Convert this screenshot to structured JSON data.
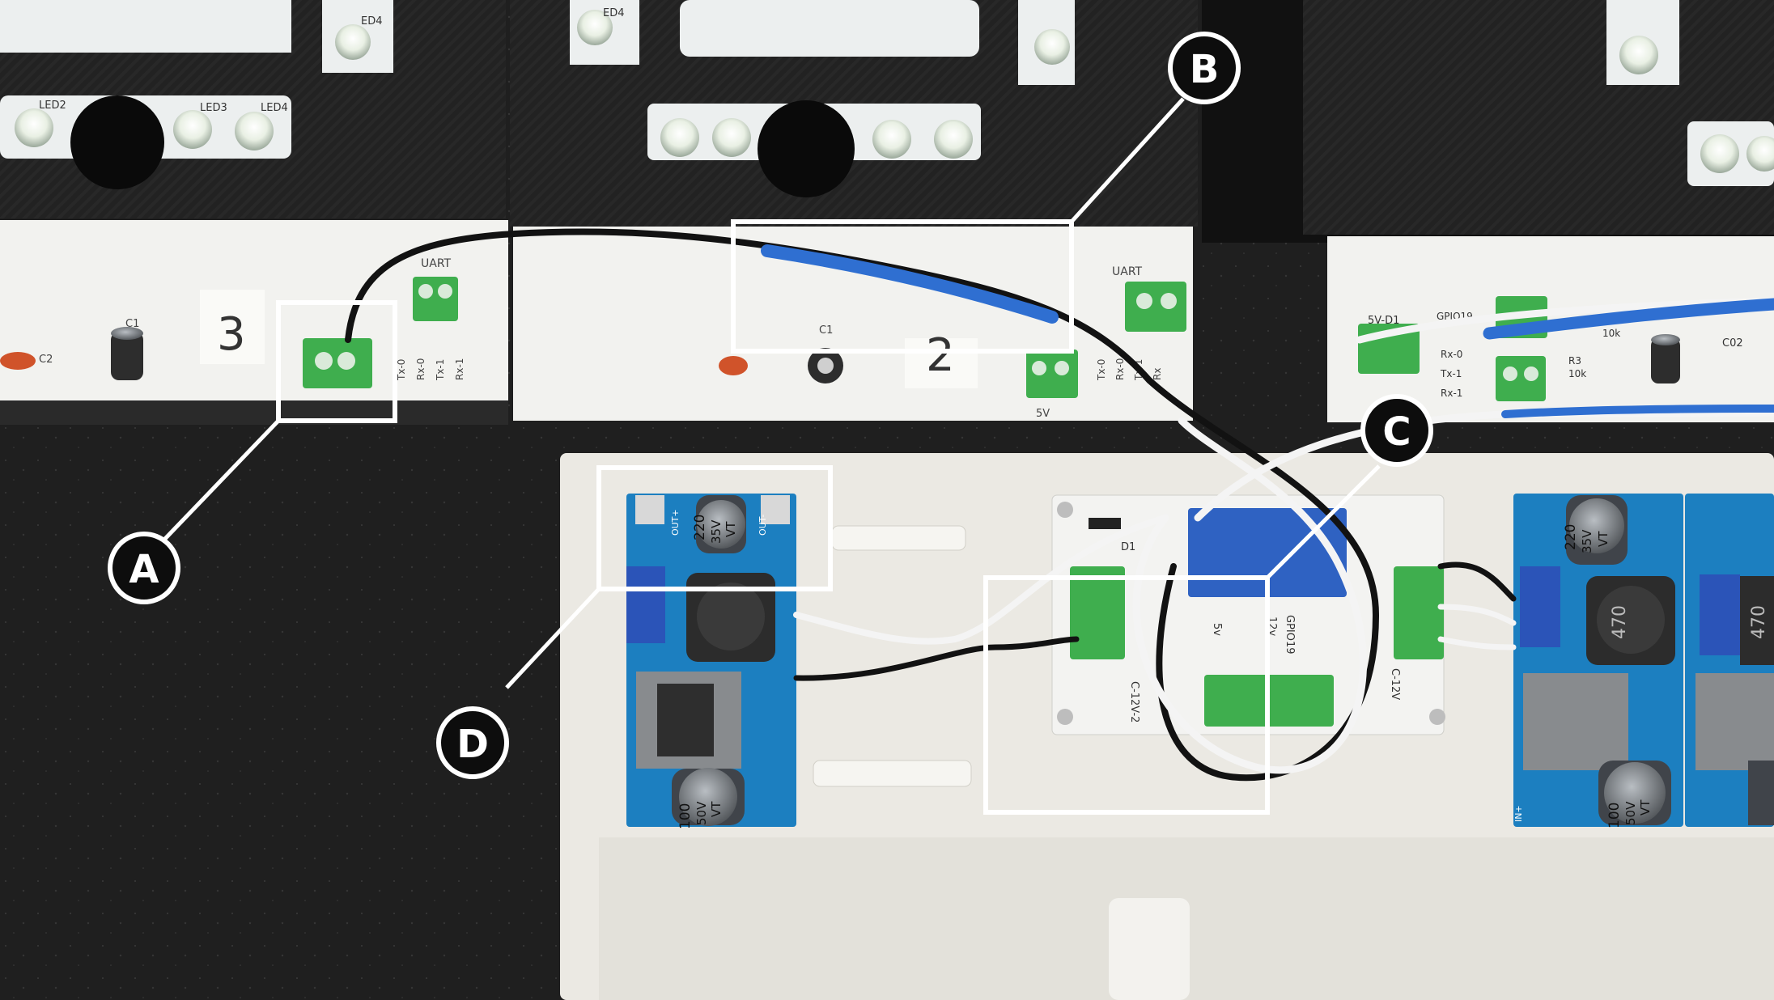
{
  "callouts": [
    {
      "letter": "A"
    },
    {
      "letter": "B"
    },
    {
      "letter": "C"
    },
    {
      "letter": "D"
    }
  ],
  "board_labels": {
    "board_3_number": "3",
    "board_2_number": "2",
    "uart_left": "UART",
    "uart_middle": "UART",
    "c1_left": "C1",
    "c1_middle": "C1",
    "c2_left": "C2",
    "c02_right": "C02",
    "ld2": "LED2",
    "ld3": "LED3",
    "ld4": "LED4",
    "ed4_top_left": "ED4",
    "ed4_top_mid": "ED4",
    "pins_left": [
      "Tx-0",
      "Rx-0",
      "Tx-1",
      "Rx-1"
    ],
    "pins_mid": [
      "Tx-0",
      "Rx-0",
      "Tx-1",
      "Rx"
    ],
    "pins_right": [
      "Rx-0",
      "Tx-1",
      "Rx-1"
    ],
    "five_v": "5V",
    "five_v_d1": "5V-D1",
    "gpio19_right": "GPIO19",
    "r3": "R3",
    "r3_val": "10k",
    "r_top_val": "10k",
    "relay_gpio": "GPIO19",
    "relay_12v": "12v",
    "relay_5v": "5v",
    "relay_c12v2": "C-12V-2",
    "relay_c12v": "C-12V",
    "relay_d1": "D1",
    "cap_220_a": "220",
    "cap_35v_a": "35V",
    "cap_vt_a": "VT",
    "cap_220_b": "220",
    "cap_35v_b": "35V",
    "cap_vt_b": "VT",
    "cap_100_a": "100",
    "cap_50v_a": "50V",
    "cap_vt_c": "VT",
    "cap_100_b": "100",
    "cap_50v_b": "50V",
    "cap_vt_d": "VT",
    "out_plus": "OUT+",
    "out_minus": "OUT-",
    "in_plus": "IN+",
    "inductor_a": "470",
    "inductor_b": "470"
  },
  "colors": {
    "callout_box": "#ffffff",
    "callout_circle_fill": "#0d0d0d",
    "terminal_green": "#3fae4e",
    "heatshrink_blue": "#2f6fd1",
    "module_blue": "#1c7fc0",
    "board_white": "#f2f2ef",
    "frame_black": "#1e1e1e"
  }
}
